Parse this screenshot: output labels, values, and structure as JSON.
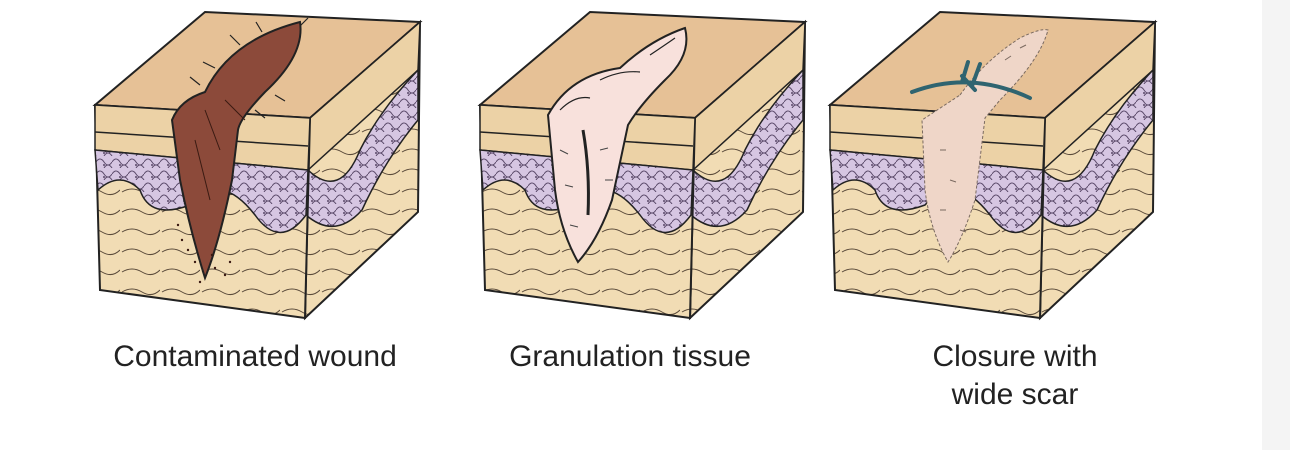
{
  "panels": [
    {
      "id": "contaminated",
      "caption": "Contaminated wound"
    },
    {
      "id": "granulation",
      "caption": "Granulation tissue"
    },
    {
      "id": "closure",
      "caption": "Closure with\nwide scar"
    }
  ],
  "colors": {
    "skin_top": "#e6c196",
    "dermis": "#ecd2a6",
    "epidermis_purple": "#cfc0dc",
    "fat": "#f1dcb4",
    "wound_brown": "#8c4a3a",
    "granulation_pink": "#f8e1dc",
    "scar_pink": "#efd6c8",
    "suture": "#2f6470",
    "outline": "#222222"
  }
}
